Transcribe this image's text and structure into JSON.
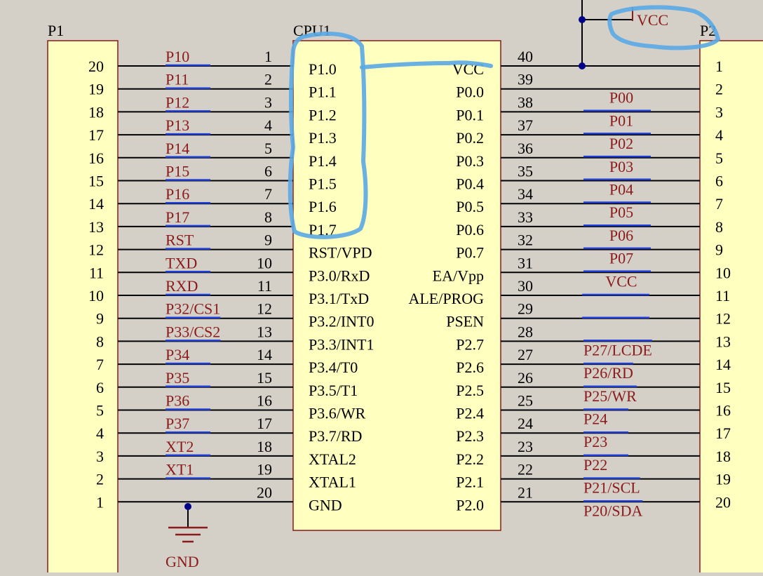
{
  "colors": {
    "background": "#d4d0c8",
    "component_fill": "#ffffc0",
    "component_stroke": "#8b1a1a",
    "wire": "#000000",
    "net_label": "#8b1a1a",
    "net_underline": "#1f3fd8",
    "junction": "#00008b",
    "highlight": "#5aa8e6"
  },
  "p1": {
    "designator": "P1",
    "pins": [
      "20",
      "19",
      "18",
      "17",
      "16",
      "15",
      "14",
      "13",
      "12",
      "11",
      "10",
      "9",
      "8",
      "7",
      "6",
      "5",
      "4",
      "3",
      "2",
      "1"
    ]
  },
  "p2": {
    "designator": "P2",
    "pins": [
      "1",
      "2",
      "3",
      "4",
      "5",
      "6",
      "7",
      "8",
      "9",
      "10",
      "11",
      "12",
      "13",
      "14",
      "15",
      "16",
      "17",
      "18",
      "19",
      "20"
    ]
  },
  "cpu": {
    "designator": "CPU1",
    "left_pins": [
      {
        "num": "1",
        "name": "P1.0"
      },
      {
        "num": "2",
        "name": "P1.1"
      },
      {
        "num": "3",
        "name": "P1.2"
      },
      {
        "num": "4",
        "name": "P1.3"
      },
      {
        "num": "5",
        "name": "P1.4"
      },
      {
        "num": "6",
        "name": "P1.5"
      },
      {
        "num": "7",
        "name": "P1.6"
      },
      {
        "num": "8",
        "name": "P1.7"
      },
      {
        "num": "9",
        "name": "RST/VPD"
      },
      {
        "num": "10",
        "name": "P3.0/RxD"
      },
      {
        "num": "11",
        "name": "P3.1/TxD"
      },
      {
        "num": "12",
        "name": "P3.2/INT0"
      },
      {
        "num": "13",
        "name": "P3.3/INT1"
      },
      {
        "num": "14",
        "name": "P3.4/T0"
      },
      {
        "num": "15",
        "name": "P3.5/T1"
      },
      {
        "num": "16",
        "name": "P3.6/WR"
      },
      {
        "num": "17",
        "name": "P3.7/RD"
      },
      {
        "num": "18",
        "name": "XTAL2"
      },
      {
        "num": "19",
        "name": "XTAL1"
      },
      {
        "num": "20",
        "name": "GND"
      }
    ],
    "right_pins": [
      {
        "num": "40",
        "name": "VCC"
      },
      {
        "num": "39",
        "name": "P0.0"
      },
      {
        "num": "38",
        "name": "P0.1"
      },
      {
        "num": "37",
        "name": "P0.2"
      },
      {
        "num": "36",
        "name": "P0.3"
      },
      {
        "num": "35",
        "name": "P0.4"
      },
      {
        "num": "34",
        "name": "P0.5"
      },
      {
        "num": "33",
        "name": "P0.6"
      },
      {
        "num": "32",
        "name": "P0.7"
      },
      {
        "num": "31",
        "name": "EA/Vpp"
      },
      {
        "num": "30",
        "name": "ALE/PROG"
      },
      {
        "num": "29",
        "name": "PSEN"
      },
      {
        "num": "28",
        "name": "P2.7"
      },
      {
        "num": "27",
        "name": "P2.6"
      },
      {
        "num": "26",
        "name": "P2.5"
      },
      {
        "num": "25",
        "name": "P2.4"
      },
      {
        "num": "24",
        "name": "P2.3"
      },
      {
        "num": "23",
        "name": "P2.2"
      },
      {
        "num": "22",
        "name": "P2.1"
      },
      {
        "num": "21",
        "name": "P2.0"
      }
    ]
  },
  "left_nets": [
    "P10",
    "P11",
    "P12",
    "P13",
    "P14",
    "P15",
    "P16",
    "P17",
    "RST",
    "TXD",
    "RXD",
    "P32/CS1",
    "P33/CS2",
    "P34",
    "P35",
    "P36",
    "P37",
    "XT2",
    "XT1",
    ""
  ],
  "right_nets": [
    "",
    "P00",
    "P01",
    "P02",
    "P03",
    "P04",
    "P05",
    "P06",
    "P07",
    "VCC",
    "",
    "",
    "P27/LCDE",
    "P26/RD",
    "P25/WR",
    "P24",
    "P23",
    "P22",
    "P21/SCL",
    "P20/SDA"
  ],
  "power": {
    "vcc_label": "VCC",
    "gnd_label": "GND"
  }
}
